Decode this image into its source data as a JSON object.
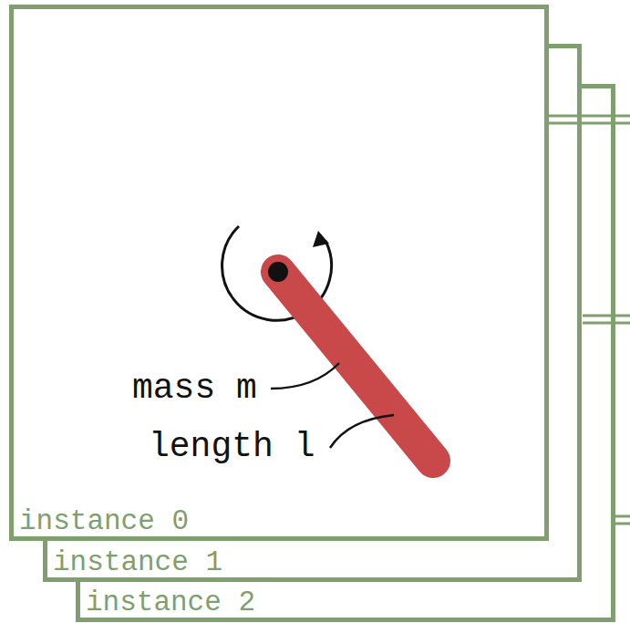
{
  "diagram": {
    "nodes": [
      {
        "text": [
          "instance 0"
        ]
      },
      {
        "text": [
          "instance 1"
        ]
      },
      {
        "text": [
          "instance 2"
        ]
      }
    ],
    "labels": [
      "mass m",
      "length l"
    ]
  }
}
